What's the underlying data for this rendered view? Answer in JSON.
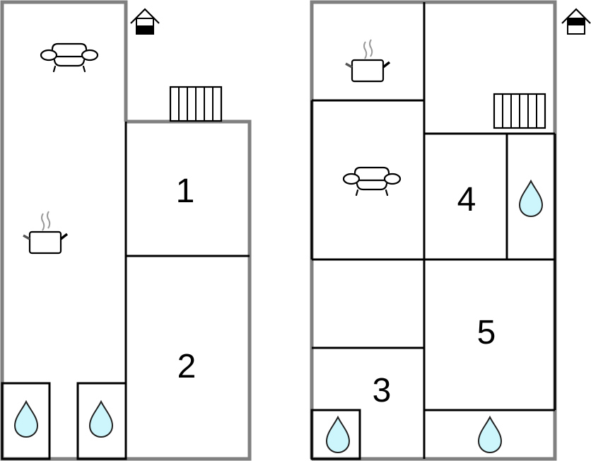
{
  "diagram": {
    "type": "floor-plan",
    "colors": {
      "outer_wall": "#808080",
      "inner_wall": "#000000",
      "water": "#ccf6fb",
      "steam": "#999999"
    },
    "floors": [
      {
        "name": "floor-left",
        "rooms": [
          {
            "label": "1",
            "icon": null
          },
          {
            "label": "2",
            "icon": null
          },
          {
            "label": "",
            "icon": "sofa-icon"
          },
          {
            "label": "",
            "icon": "cooking-pot-icon"
          },
          {
            "label": "",
            "icon": "water-drop-icon"
          },
          {
            "label": "",
            "icon": "water-drop-icon"
          }
        ],
        "symbols": [
          "entrance-house-icon",
          "stairs-icon"
        ]
      },
      {
        "name": "floor-right",
        "rooms": [
          {
            "label": "",
            "icon": "cooking-pot-icon"
          },
          {
            "label": "",
            "icon": "sofa-icon"
          },
          {
            "label": "4",
            "icon": null
          },
          {
            "label": "",
            "icon": "water-drop-icon"
          },
          {
            "label": "5",
            "icon": null
          },
          {
            "label": "3",
            "icon": null
          },
          {
            "label": "",
            "icon": "water-drop-icon"
          },
          {
            "label": "",
            "icon": "water-drop-icon"
          }
        ],
        "symbols": [
          "entrance-house-icon",
          "stairs-icon"
        ]
      }
    ],
    "labels": {
      "room1": "1",
      "room2": "2",
      "room3": "3",
      "room4": "4",
      "room5": "5"
    }
  }
}
